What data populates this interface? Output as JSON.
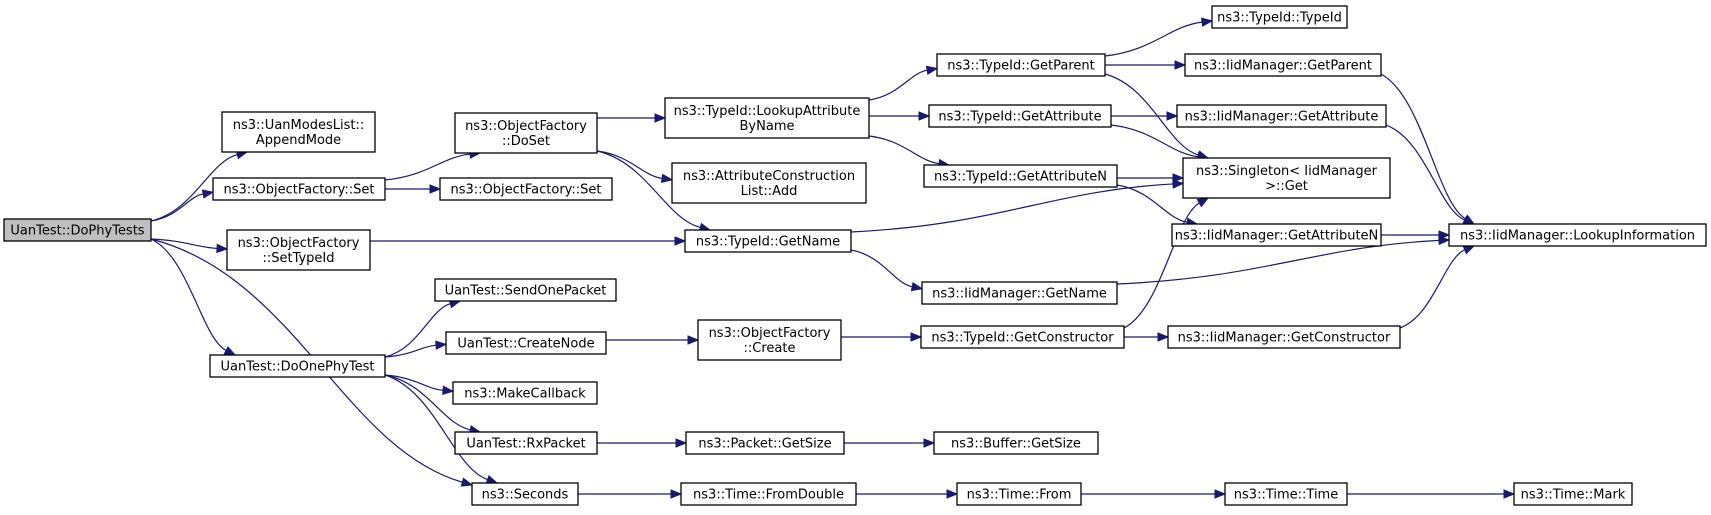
{
  "graph": {
    "title": "Call graph of UanTest::DoPhyTests",
    "colors": {
      "edge": "#191970",
      "root_fill": "#bfbfbf",
      "node_fill": "#ffffff",
      "node_border": "#000000"
    },
    "nodes": [
      {
        "id": "doPhyTests",
        "lines": [
          "UanTest::DoPhyTests"
        ],
        "root": true
      },
      {
        "id": "appendMode",
        "lines": [
          "ns3::UanModesList::",
          "AppendMode"
        ]
      },
      {
        "id": "ofSet1",
        "lines": [
          "ns3::ObjectFactory::Set"
        ]
      },
      {
        "id": "ofSetTypeId",
        "lines": [
          "ns3::ObjectFactory",
          "::SetTypeId"
        ]
      },
      {
        "id": "doOnePhyTest",
        "lines": [
          "UanTest::DoOnePhyTest"
        ]
      },
      {
        "id": "ofDoSet",
        "lines": [
          "ns3::ObjectFactory",
          "::DoSet"
        ]
      },
      {
        "id": "ofSet2",
        "lines": [
          "ns3::ObjectFactory::Set"
        ]
      },
      {
        "id": "sendOnePacket",
        "lines": [
          "UanTest::SendOnePacket"
        ]
      },
      {
        "id": "createNode",
        "lines": [
          "UanTest::CreateNode"
        ]
      },
      {
        "id": "makeCallback",
        "lines": [
          "ns3::MakeCallback"
        ]
      },
      {
        "id": "rxPacket",
        "lines": [
          "UanTest::RxPacket"
        ]
      },
      {
        "id": "seconds",
        "lines": [
          "ns3::Seconds"
        ]
      },
      {
        "id": "lookupAttrByName",
        "lines": [
          "ns3::TypeId::LookupAttribute",
          "ByName"
        ]
      },
      {
        "id": "attrConstrListAdd",
        "lines": [
          "ns3::AttributeConstruction",
          "List::Add"
        ]
      },
      {
        "id": "typeIdGetName",
        "lines": [
          "ns3::TypeId::GetName"
        ]
      },
      {
        "id": "ofCreate",
        "lines": [
          "ns3::ObjectFactory",
          "::Create"
        ]
      },
      {
        "id": "packetGetSize",
        "lines": [
          "ns3::Packet::GetSize"
        ]
      },
      {
        "id": "timeFromDouble",
        "lines": [
          "ns3::Time::FromDouble"
        ]
      },
      {
        "id": "typeIdGetParent",
        "lines": [
          "ns3::TypeId::GetParent"
        ]
      },
      {
        "id": "typeIdGetAttribute",
        "lines": [
          "ns3::TypeId::GetAttribute"
        ]
      },
      {
        "id": "typeIdGetAttributeN",
        "lines": [
          "ns3::TypeId::GetAttributeN"
        ]
      },
      {
        "id": "iidGetName",
        "lines": [
          "ns3::IidManager::GetName"
        ]
      },
      {
        "id": "typeIdGetConstructor",
        "lines": [
          "ns3::TypeId::GetConstructor"
        ]
      },
      {
        "id": "bufferGetSize",
        "lines": [
          "ns3::Buffer::GetSize"
        ]
      },
      {
        "id": "timeFrom",
        "lines": [
          "ns3::Time::From"
        ]
      },
      {
        "id": "typeIdTypeId",
        "lines": [
          "ns3::TypeId::TypeId"
        ]
      },
      {
        "id": "iidGetParent",
        "lines": [
          "ns3::IidManager::GetParent"
        ]
      },
      {
        "id": "iidGetAttribute",
        "lines": [
          "ns3::IidManager::GetAttribute"
        ]
      },
      {
        "id": "singletonGet",
        "lines": [
          "ns3::Singleton< IidManager",
          " >::Get"
        ]
      },
      {
        "id": "iidGetAttributeN",
        "lines": [
          "ns3::IidManager::GetAttributeN"
        ]
      },
      {
        "id": "iidGetConstructor",
        "lines": [
          "ns3::IidManager::GetConstructor"
        ]
      },
      {
        "id": "timeTime",
        "lines": [
          "ns3::Time::Time"
        ]
      },
      {
        "id": "iidLookupInfo",
        "lines": [
          "ns3::IidManager::LookupInformation"
        ]
      },
      {
        "id": "timeMark",
        "lines": [
          "ns3::Time::Mark"
        ]
      }
    ],
    "edges": [
      [
        "doPhyTests",
        "appendMode"
      ],
      [
        "doPhyTests",
        "ofSet1"
      ],
      [
        "doPhyTests",
        "ofSetTypeId"
      ],
      [
        "doPhyTests",
        "doOnePhyTest"
      ],
      [
        "doPhyTests",
        "seconds"
      ],
      [
        "ofSet1",
        "ofDoSet"
      ],
      [
        "ofSet1",
        "ofSet2"
      ],
      [
        "ofSetTypeId",
        "typeIdGetName"
      ],
      [
        "ofDoSet",
        "lookupAttrByName"
      ],
      [
        "ofDoSet",
        "attrConstrListAdd"
      ],
      [
        "ofDoSet",
        "typeIdGetName"
      ],
      [
        "doOnePhyTest",
        "sendOnePacket"
      ],
      [
        "doOnePhyTest",
        "createNode"
      ],
      [
        "doOnePhyTest",
        "makeCallback"
      ],
      [
        "doOnePhyTest",
        "rxPacket"
      ],
      [
        "doOnePhyTest",
        "seconds"
      ],
      [
        "createNode",
        "ofCreate"
      ],
      [
        "rxPacket",
        "packetGetSize"
      ],
      [
        "seconds",
        "timeFromDouble"
      ],
      [
        "lookupAttrByName",
        "typeIdGetParent"
      ],
      [
        "lookupAttrByName",
        "typeIdGetAttribute"
      ],
      [
        "lookupAttrByName",
        "typeIdGetAttributeN"
      ],
      [
        "typeIdGetName",
        "singletonGet"
      ],
      [
        "typeIdGetName",
        "iidGetName"
      ],
      [
        "ofCreate",
        "typeIdGetConstructor"
      ],
      [
        "packetGetSize",
        "bufferGetSize"
      ],
      [
        "timeFromDouble",
        "timeFrom"
      ],
      [
        "typeIdGetParent",
        "typeIdTypeId"
      ],
      [
        "typeIdGetParent",
        "iidGetParent"
      ],
      [
        "typeIdGetParent",
        "singletonGet"
      ],
      [
        "typeIdGetAttribute",
        "iidGetAttribute"
      ],
      [
        "typeIdGetAttribute",
        "singletonGet"
      ],
      [
        "typeIdGetAttributeN",
        "singletonGet"
      ],
      [
        "typeIdGetAttributeN",
        "iidGetAttributeN"
      ],
      [
        "iidGetName",
        "iidLookupInfo"
      ],
      [
        "typeIdGetConstructor",
        "singletonGet"
      ],
      [
        "typeIdGetConstructor",
        "iidGetConstructor"
      ],
      [
        "timeFrom",
        "timeTime"
      ],
      [
        "iidGetParent",
        "iidLookupInfo"
      ],
      [
        "iidGetAttribute",
        "iidLookupInfo"
      ],
      [
        "iidGetAttributeN",
        "iidLookupInfo"
      ],
      [
        "iidGetConstructor",
        "iidLookupInfo"
      ],
      [
        "timeTime",
        "timeMark"
      ]
    ]
  }
}
